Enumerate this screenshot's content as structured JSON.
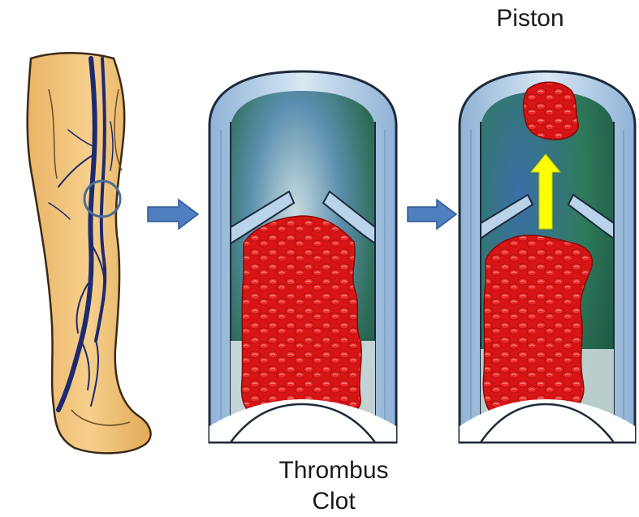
{
  "labels": {
    "piston": "Piston",
    "thrombus": "Thrombus",
    "clot": "Clot"
  },
  "colors": {
    "skin": "#f2c27a",
    "vein": "#1e2a6e",
    "vessel_wall": "#b8d3ea",
    "clot": "#e01c1c",
    "arrow": "#4f7fbf",
    "motion_arrow": "#ffff00"
  },
  "icons": [
    "leg-illustration",
    "vein-highlight-circle",
    "right-arrow-icon",
    "right-arrow-icon",
    "up-arrow-icon"
  ]
}
